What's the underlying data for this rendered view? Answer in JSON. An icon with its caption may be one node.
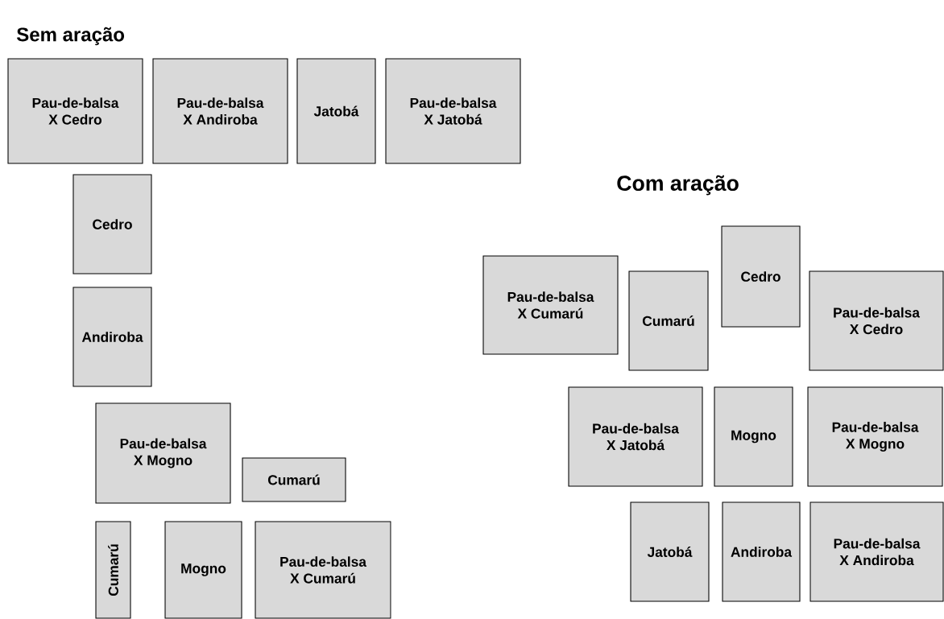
{
  "diagram": {
    "nodes": [
      {
        "text": [
          "Pau-de-balsa X Cedro"
        ]
      },
      {
        "text": [
          "Pau-de-balsa X Andiroba"
        ]
      },
      {
        "text": [
          "Jatobá"
        ]
      },
      {
        "text": [
          "Pau-de-balsa X Jatobá"
        ]
      },
      {
        "text": [
          "Cedro"
        ]
      },
      {
        "text": [
          "Andiroba"
        ]
      },
      {
        "text": [
          "Pau-de-balsa X Mogno"
        ]
      },
      {
        "text": [
          "Cumarú"
        ]
      },
      {
        "text": [
          "Cumarú"
        ]
      },
      {
        "text": [
          "Mogno"
        ]
      },
      {
        "text": [
          "Pau-de-balsa X Cumarú"
        ]
      },
      {
        "text": [
          "Pau-de-balsa X Cumarú"
        ]
      },
      {
        "text": [
          "Cumarú"
        ]
      },
      {
        "text": [
          "Cedro"
        ]
      },
      {
        "text": [
          "Pau-de-balsa X Cedro"
        ]
      },
      {
        "text": [
          "Pau-de-balsa X Jatobá"
        ]
      },
      {
        "text": [
          "Mogno"
        ]
      },
      {
        "text": [
          "Pau-de-balsa X Mogno"
        ]
      },
      {
        "text": [
          "Jatobá"
        ]
      },
      {
        "text": [
          "Andiroba"
        ]
      },
      {
        "text": [
          "Pau-de-balsa X Andiroba"
        ]
      }
    ],
    "labels": [
      "Sem aração",
      "Com aração"
    ]
  }
}
